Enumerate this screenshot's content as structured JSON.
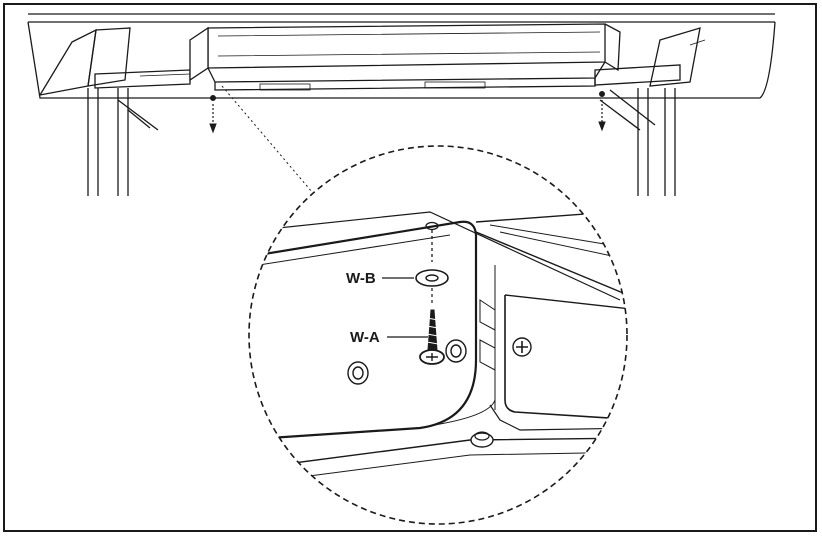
{
  "diagram": {
    "parts": [
      {
        "id": "washer",
        "label": "W-B"
      },
      {
        "id": "screw",
        "label": "W-A"
      }
    ]
  },
  "colors": {
    "line": "#1a1a1a",
    "fill": "#ffffff",
    "shade": "#e6e6e6"
  }
}
